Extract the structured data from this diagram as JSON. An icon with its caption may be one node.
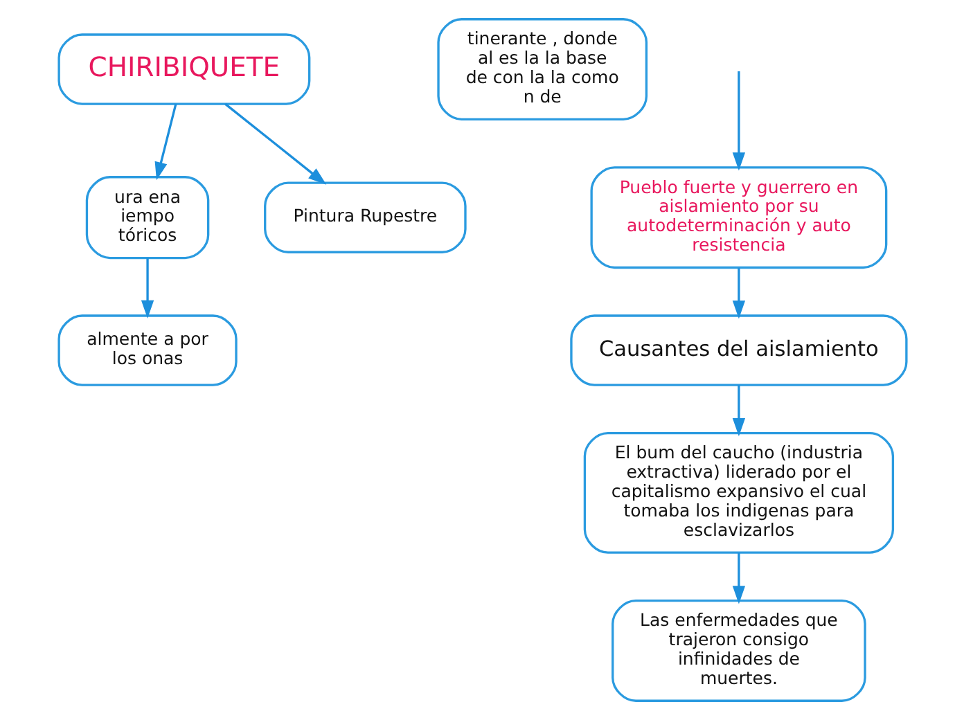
{
  "diagram": {
    "nodes": [
      {
        "text": [
          "ura ena iempo tóricos"
        ]
      },
      {
        "text": [
          "almente a por los onas"
        ]
      },
      {
        "text": [
          "CHIRIBIQUETE"
        ]
      },
      {
        "text": [
          "Pintura Rupestre"
        ]
      },
      {
        "text": [
          "tinerante , donde al es la la base de con la la como n de"
        ]
      },
      {
        "text": [
          "Pueblo fuerte y guerrero en aislamiento por su autodeterminación y auto resistencia"
        ]
      },
      {
        "text": [
          "Causantes del aislamiento"
        ]
      },
      {
        "text": [
          "El bum del caucho (industria extractiva) liderado por el capitalismo expansivo el cual tomaba los indigenas para esclavizarlos"
        ]
      },
      {
        "text": [
          "Las enfermedades que trajeron consigo infinidades de muertes."
        ]
      }
    ],
    "edges": [
      {
        "from": 2,
        "to": 0,
        "arrow": "to"
      },
      {
        "from": 0,
        "to": 1,
        "arrow": "to"
      },
      {
        "from": 2,
        "to": 3,
        "arrow": "to"
      },
      {
        "from": null,
        "to": 5,
        "arrow": "to"
      },
      {
        "from": 5,
        "to": 6,
        "arrow": "to"
      },
      {
        "from": 6,
        "to": 7,
        "arrow": "to"
      },
      {
        "from": 7,
        "to": 8,
        "arrow": "to"
      }
    ]
  }
}
